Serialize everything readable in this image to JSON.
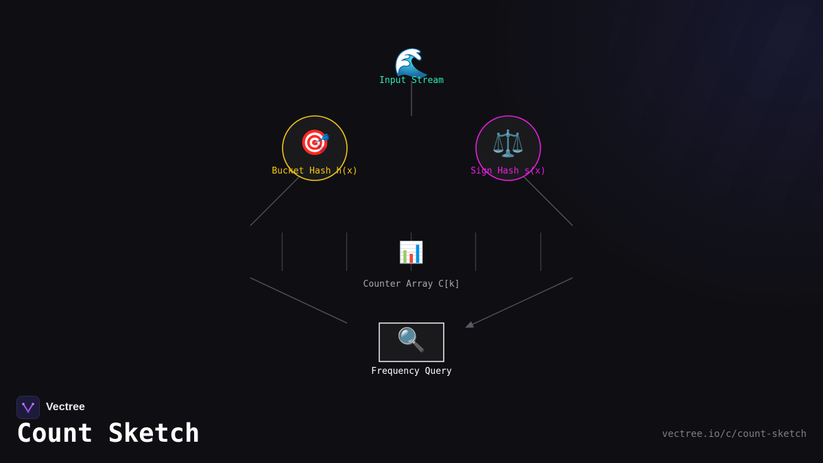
{
  "nodes": {
    "input_stream": {
      "label": "Input Stream",
      "icon": "wave-icon",
      "glyph": "🌊",
      "color": "#2ee6b5"
    },
    "bucket_hash": {
      "label": "Bucket Hash h(x)",
      "icon": "target-icon",
      "glyph": "🎯",
      "color": "#f5c518"
    },
    "sign_hash": {
      "label": "Sign Hash s(x)",
      "icon": "balance-scale-icon",
      "glyph": "⚖️",
      "color": "#e81ee0"
    },
    "counter_array": {
      "label": "Counter Array C[k]",
      "icon": "bar-chart-icon",
      "glyph": "📊",
      "color": "#a8a8b0"
    },
    "frequency_query": {
      "label": "Frequency Query",
      "icon": "magnifier-icon",
      "glyph": "🔍",
      "color": "#ffffff"
    }
  },
  "brand": {
    "name": "Vectree",
    "icon": "vectree-logo-icon"
  },
  "title": "Count Sketch",
  "url": "vectree.io/c/count-sketch"
}
